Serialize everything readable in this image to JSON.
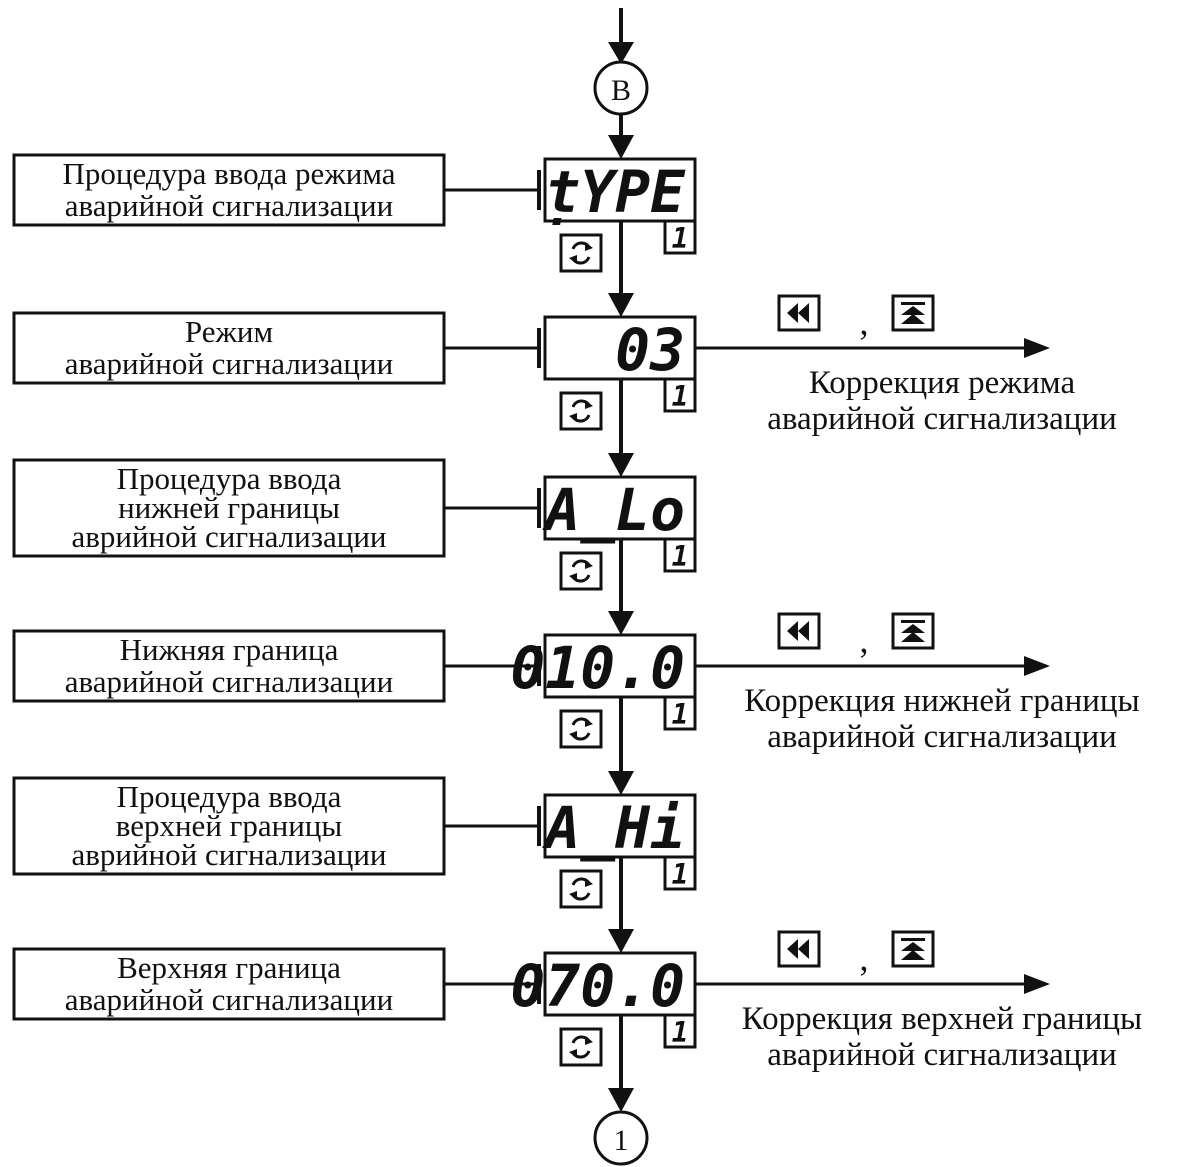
{
  "entry_connector": "B",
  "exit_connector": "1",
  "steps": [
    {
      "label_lines": [
        "Процедура ввода режима",
        "аварийной сигнализации"
      ],
      "display": "ṭYPE",
      "channel": "1",
      "correction": null
    },
    {
      "label_lines": [
        "Режим",
        "аварийной сигнализации"
      ],
      "display": "03",
      "channel": "1",
      "correction": {
        "separator": ",",
        "lines": [
          "Коррекция режима",
          "аварийной сигнализации"
        ]
      }
    },
    {
      "label_lines": [
        "Процедура ввода",
        "нижней границы",
        "аврийной сигнализации"
      ],
      "display": "A_Lo",
      "channel": "1",
      "correction": null
    },
    {
      "label_lines": [
        "Нижняя граница",
        "аварийной сигнализации"
      ],
      "display": "010.0",
      "channel": "1",
      "correction": {
        "separator": ",",
        "lines": [
          "Коррекция нижней границы",
          "аварийной сигнализации"
        ]
      }
    },
    {
      "label_lines": [
        "Процедура ввода",
        "верхней границы",
        "аврийной сигнализации"
      ],
      "display": "A_Hi",
      "channel": "1",
      "correction": null
    },
    {
      "label_lines": [
        "Верхняя граница",
        "аварийной сигнализации"
      ],
      "display": "070.0",
      "channel": "1",
      "correction": {
        "separator": ",",
        "lines": [
          "Коррекция верхней границы",
          "аварийной сигнализации"
        ]
      }
    }
  ],
  "icons": {
    "cycle": "cycle-button-icon",
    "rewind": "double-left-arrow-icon",
    "up": "up-arrow-icon"
  }
}
